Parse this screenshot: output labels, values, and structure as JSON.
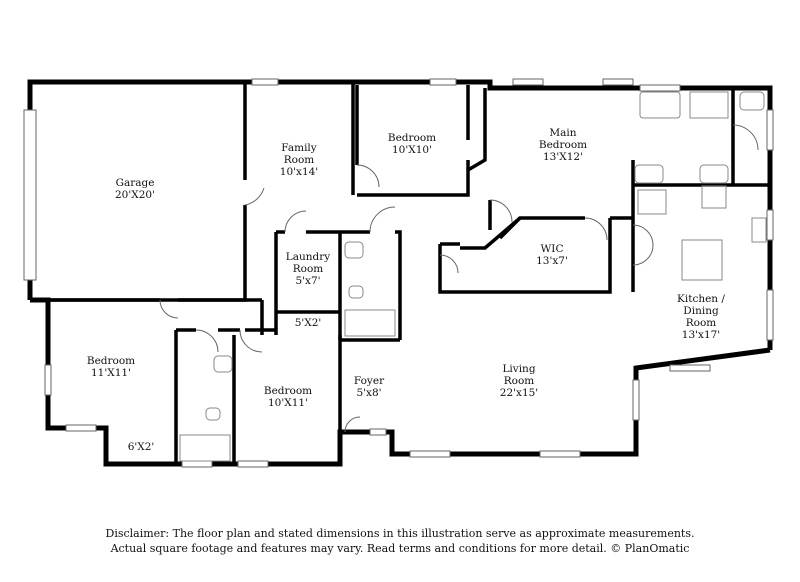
{
  "rooms": {
    "garage": {
      "name": "Garage",
      "dims": "20'X20'"
    },
    "family_room": {
      "name_line1": "Family",
      "name_line2": "Room",
      "dims": "10'x14'"
    },
    "bedroom_top": {
      "name": "Bedroom",
      "dims": "10'X10'"
    },
    "main_bedroom": {
      "name_line1": "Main",
      "name_line2": "Bedroom",
      "dims": "13'X12'"
    },
    "laundry": {
      "name_line1": "Laundry",
      "name_line2": "Room",
      "dims": "5'x7'"
    },
    "wic": {
      "name": "WIC",
      "dims": "13'x7'"
    },
    "kitchen": {
      "name_line1": "Kitchen /",
      "name_line2": "Dining",
      "name_line3": "Room",
      "dims": "13'x17'"
    },
    "hall_bath": {
      "dims": "5'X2'"
    },
    "bedroom_left": {
      "name": "Bedroom",
      "dims": "11'X11'"
    },
    "bedroom_mid": {
      "name": "Bedroom",
      "dims": "10'X11'"
    },
    "foyer": {
      "name": "Foyer",
      "dims": "5'x8'"
    },
    "living": {
      "name": "Living",
      "name_line2": "Room",
      "dims": "22'x15'"
    },
    "bath_small": {
      "dims": "6'X2'"
    }
  },
  "disclaimer": {
    "line1": "Disclaimer: The floor plan and stated dimensions in this illustration serve as approximate measurements.",
    "line2": "Actual square footage and features may vary. Read terms and conditions for more detail. © PlanOmatic"
  }
}
